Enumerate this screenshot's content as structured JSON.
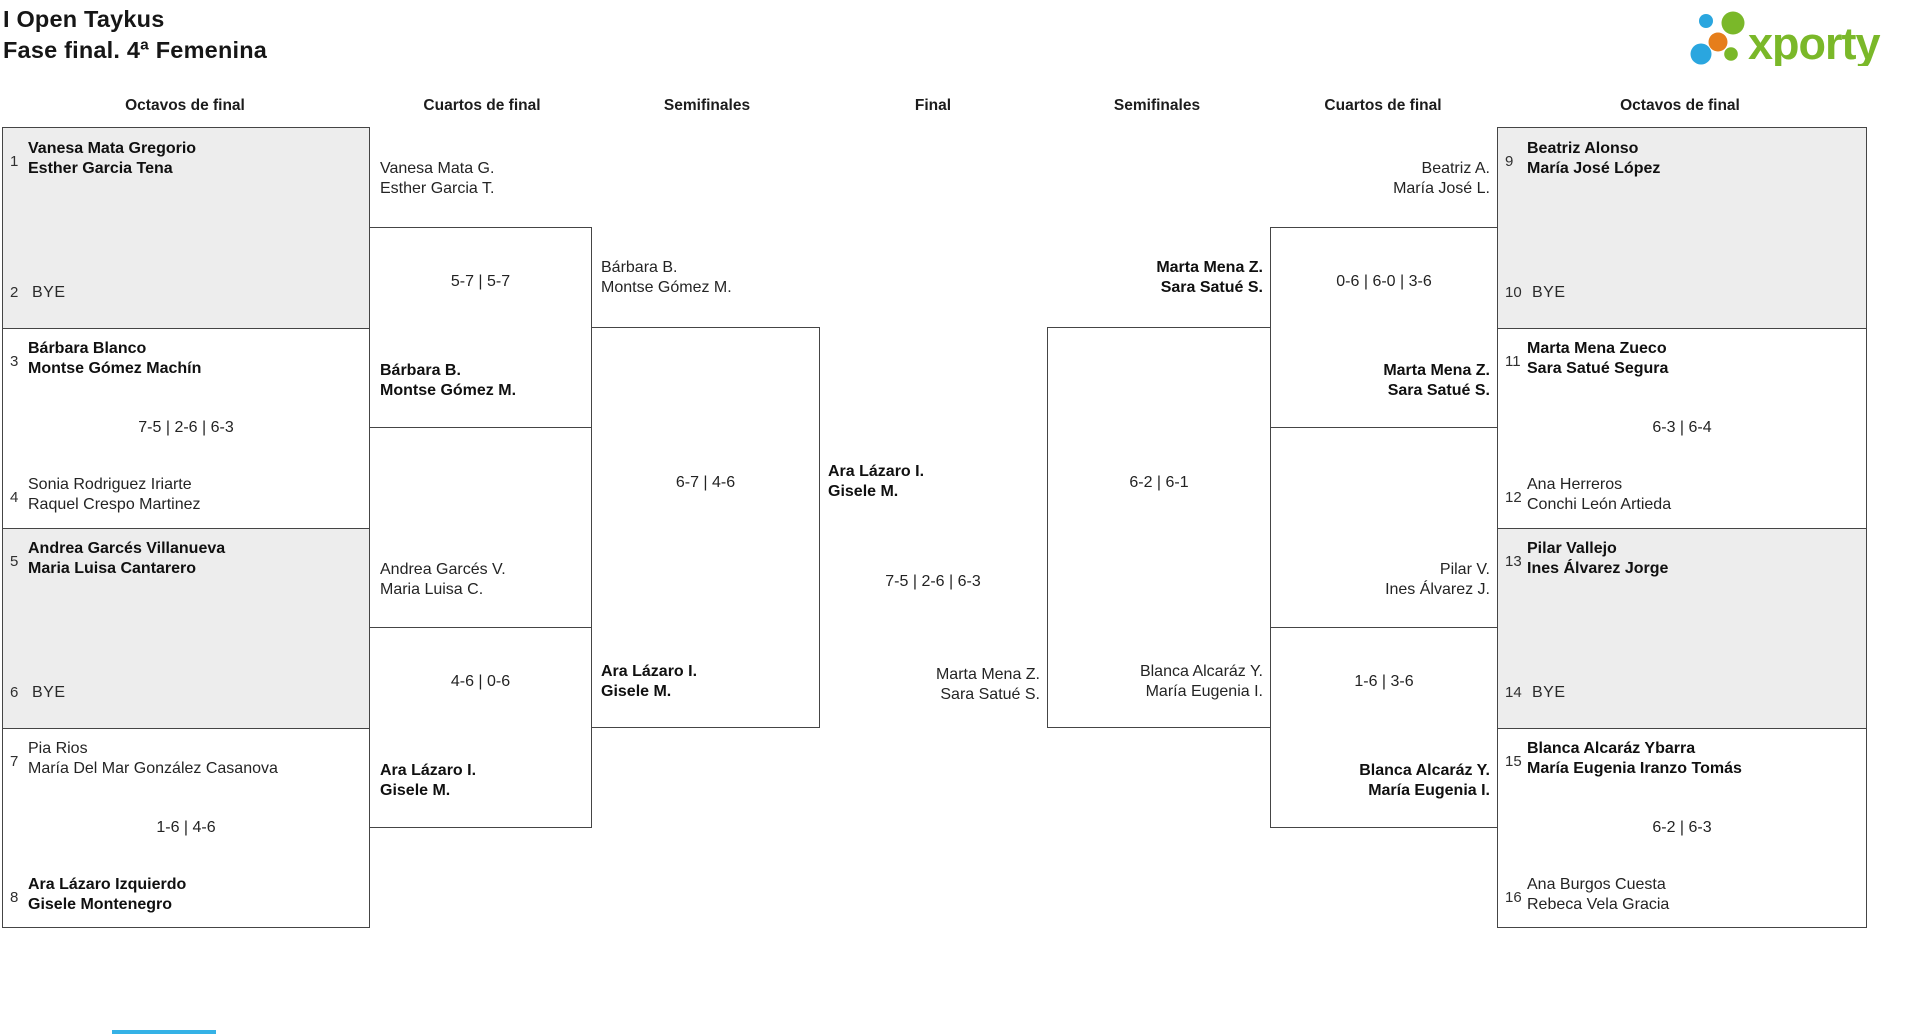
{
  "page": {
    "title_line1": "I Open Taykus",
    "title_line2": "Fase final. 4ª Femenina"
  },
  "logo": {
    "text": "xporty"
  },
  "rounds": [
    "Octavos de final",
    "Cuartos de final",
    "Semifinales",
    "Final",
    "Semifinales",
    "Cuartos de final",
    "Octavos de final"
  ],
  "colors": {
    "logo_green": "#7ab829",
    "logo_blue": "#2aa6df",
    "logo_orange": "#e67e1b",
    "bye_box_fill": "#ededed",
    "bracket_line": "#454545",
    "partial_bottom_bar": "#35b2e6"
  },
  "matches": {
    "ol1": {
      "top_seed": "1",
      "top_line1": "Vanesa Mata Gregorio",
      "top_line2": "Esther Garcia Tena",
      "bottom_seed": "2",
      "bottom_bye": "BYE"
    },
    "ol2": {
      "top_seed": "3",
      "top_line1": "Bárbara Blanco",
      "top_line2": "Montse Gómez Machín",
      "score": "7-5 | 2-6 | 6-3",
      "bottom_seed": "4",
      "bottom_line1": "Sonia Rodriguez Iriarte",
      "bottom_line2": "Raquel Crespo Martinez"
    },
    "ol3": {
      "top_seed": "5",
      "top_line1": "Andrea Garcés Villanueva",
      "top_line2": "Maria Luisa Cantarero",
      "bottom_seed": "6",
      "bottom_bye": "BYE"
    },
    "ol4": {
      "top_seed": "7",
      "top_line1": "Pia Rios",
      "top_line2": "María Del Mar González Casanova",
      "score": "1-6 | 4-6",
      "bottom_seed": "8",
      "bottom_line1": "Ara Lázaro Izquierdo",
      "bottom_line2": "Gisele Montenegro"
    },
    "or1": {
      "top_seed": "9",
      "top_line1": "Beatriz Alonso",
      "top_line2": "María José López",
      "bottom_seed": "10",
      "bottom_bye": "BYE"
    },
    "or2": {
      "top_seed": "11",
      "top_line1": "Marta Mena Zueco",
      "top_line2": "Sara Satué Segura",
      "score": "6-3 | 6-4",
      "bottom_seed": "12",
      "bottom_line1": "Ana Herreros",
      "bottom_line2": "Conchi León Artieda"
    },
    "or3": {
      "top_seed": "13",
      "top_line1": "Pilar Vallejo",
      "top_line2": "Ines Álvarez Jorge",
      "bottom_seed": "14",
      "bottom_bye": "BYE"
    },
    "or4": {
      "top_seed": "15",
      "top_line1": "Blanca Alcaráz Ybarra",
      "top_line2": "María Eugenia Iranzo Tomás",
      "score": "6-2 | 6-3",
      "bottom_seed": "16",
      "bottom_line1": "Ana Burgos Cuesta",
      "bottom_line2": "Rebeca Vela Gracia"
    },
    "ql1": {
      "top_line1": "Vanesa Mata G.",
      "top_line2": "Esther Garcia T.",
      "score": "5-7 | 5-7",
      "bottom_line1": "Bárbara B.",
      "bottom_line2": "Montse Gómez M."
    },
    "ql2": {
      "top_line1": "Andrea Garcés V.",
      "top_line2": "Maria Luisa C.",
      "score": "4-6 | 0-6",
      "bottom_line1": "Ara Lázaro I.",
      "bottom_line2": "Gisele M."
    },
    "qr1": {
      "top_line1": "Beatriz A.",
      "top_line2": "María José L.",
      "score": "0-6 | 6-0 | 3-6",
      "bottom_line1": "Marta Mena Z.",
      "bottom_line2": "Sara Satué S."
    },
    "qr2": {
      "top_line1": "Pilar V.",
      "top_line2": "Ines Álvarez J.",
      "score": "1-6 | 3-6",
      "bottom_line1": "Blanca Alcaráz Y.",
      "bottom_line2": "María Eugenia I."
    },
    "sl": {
      "top_line1": "Bárbara B.",
      "top_line2": "Montse Gómez M.",
      "score": "6-7 | 4-6",
      "bottom_line1": "Ara Lázaro I.",
      "bottom_line2": "Gisele M."
    },
    "sr": {
      "top_line1": "Marta Mena Z.",
      "top_line2": "Sara Satué S.",
      "score": "6-2 | 6-1",
      "bottom_line1": "Blanca Alcaráz Y.",
      "bottom_line2": "María Eugenia I."
    },
    "f": {
      "top_line1": "Ara Lázaro I.",
      "top_line2": "Gisele M.",
      "score": "7-5 | 2-6 | 6-3",
      "bottom_line1": "Marta Mena Z.",
      "bottom_line2": "Sara Satué S."
    }
  }
}
